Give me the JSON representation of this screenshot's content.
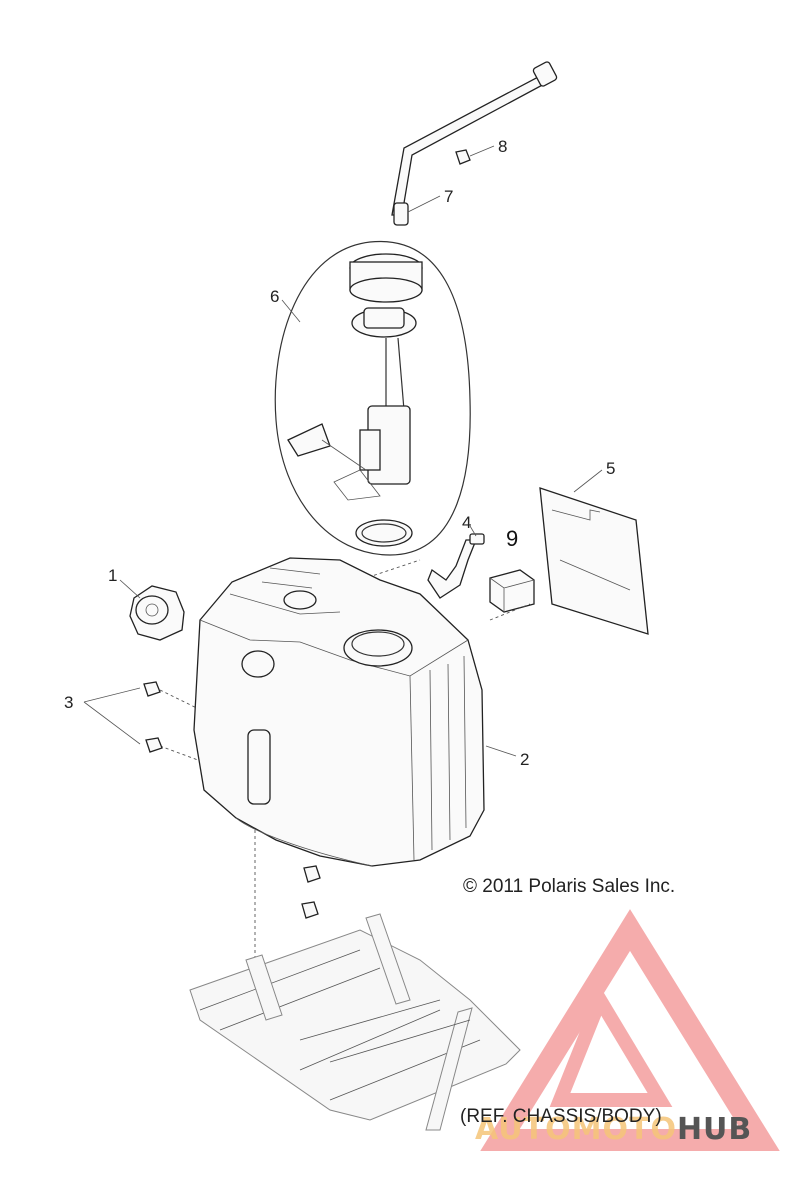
{
  "callouts": {
    "c1": "1",
    "c2": "2",
    "c3": "3",
    "c4": "4",
    "c5": "5",
    "c6": "6",
    "c7": "7",
    "c8": "8",
    "c9": "9"
  },
  "copyright": "© 2011 Polaris Sales Inc.",
  "reference": "(REF. CHASSIS/BODY)",
  "watermark": {
    "auto": "AUTOMOTO",
    "hub": "HUB",
    "accent_color": "#f08080"
  }
}
